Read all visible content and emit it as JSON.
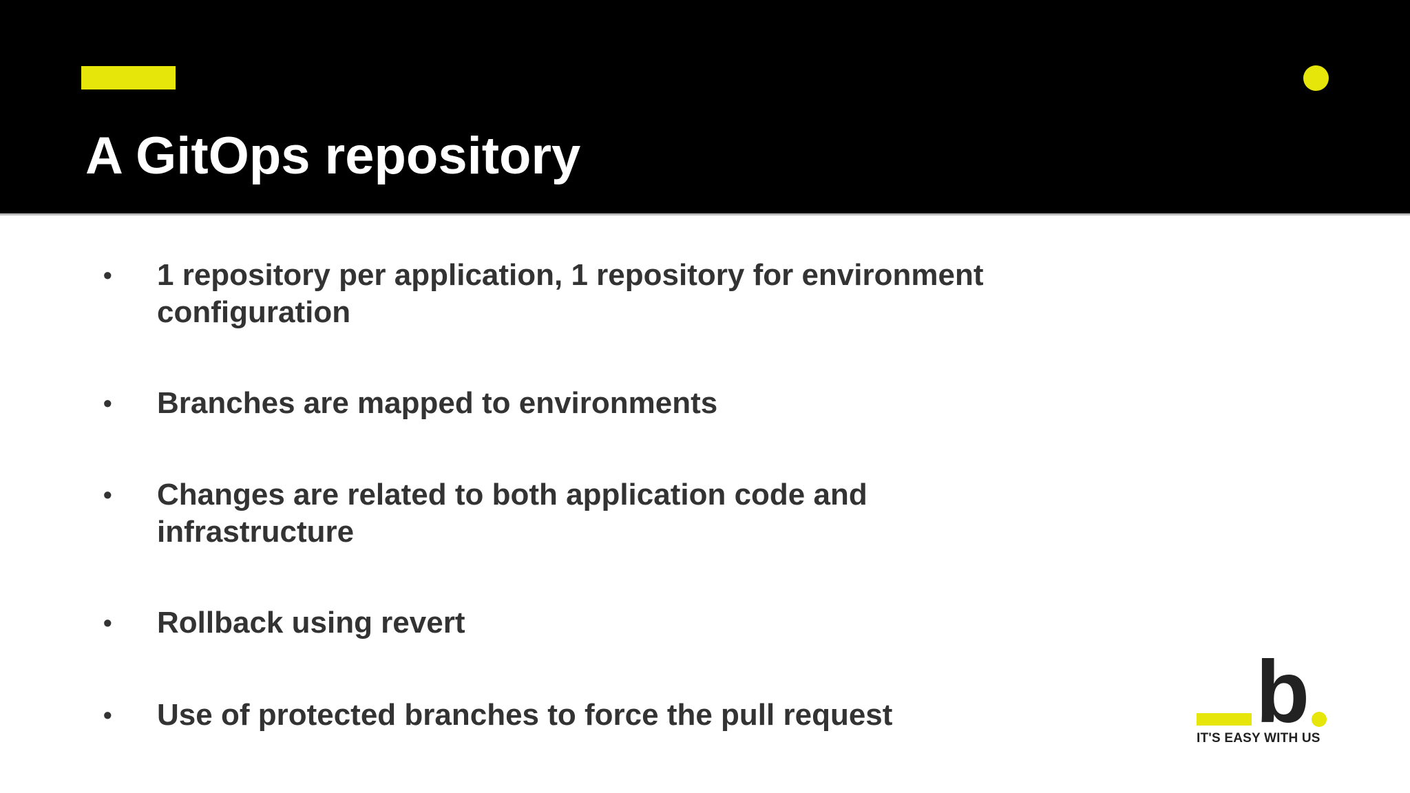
{
  "slide": {
    "title": "A GitOps repository",
    "bullet_marker": "•",
    "bullets": [
      "1 repository per application, 1 repository for environment configuration",
      "Branches are mapped to environments",
      "Changes are related to both application code and infrastructure",
      "Rollback using revert",
      "Use of protected branches to force the pull request"
    ]
  },
  "logo": {
    "letter": "b",
    "tagline": "IT'S EASY WITH US"
  },
  "colors": {
    "header_background": "#000000",
    "accent": "#e6e60a",
    "title_text": "#ffffff",
    "body_text": "#333333"
  }
}
